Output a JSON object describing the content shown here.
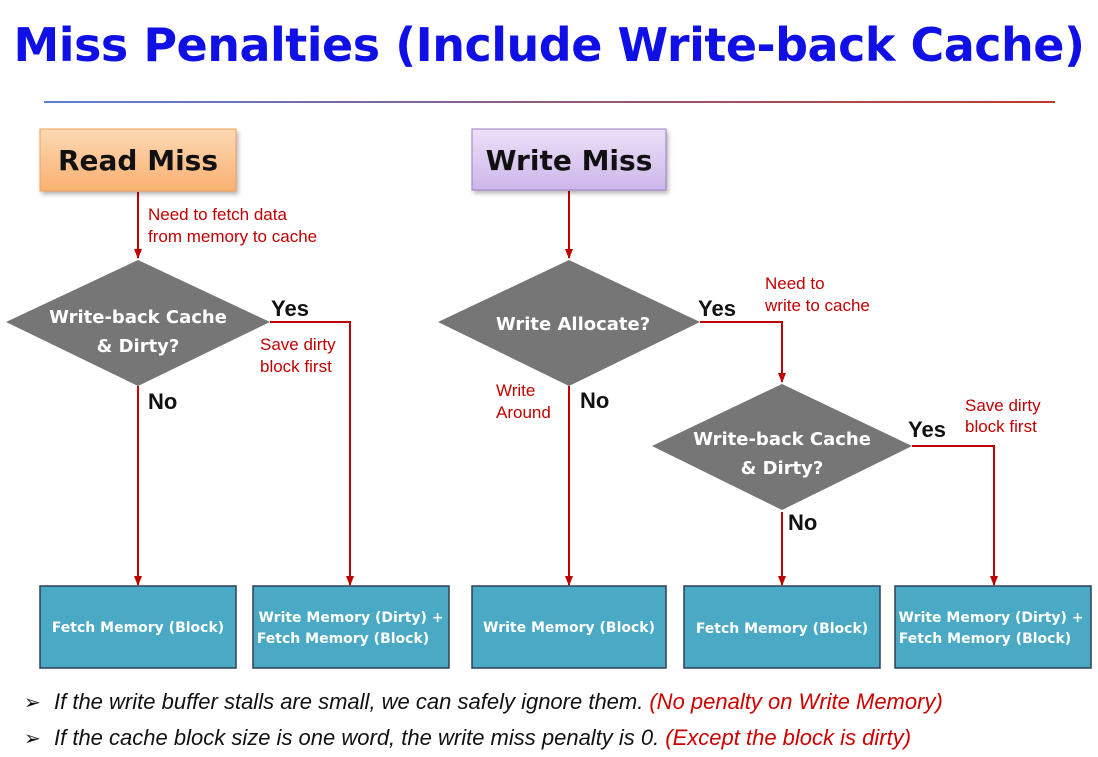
{
  "title": "Miss Penalties (Include Write-back Cache)",
  "colors": {
    "title": "#1010e6",
    "arrow": "#c00000",
    "annotation": "#c00000",
    "diamond": "#767676",
    "result_box": "#4aa9c4",
    "read_miss_box": "#fbc593",
    "write_miss_box": "#dcc9ee"
  },
  "read_branch": {
    "head": "Read Miss",
    "note_line1": "Need to fetch data",
    "note_line2": "from memory to cache",
    "decision_line1": "Write-back Cache",
    "decision_line2": "& Dirty?",
    "yes": "Yes",
    "no": "No",
    "yes_note_line1": "Save dirty",
    "yes_note_line2": "block first",
    "no_result": "Fetch Memory (Block)",
    "yes_result_line1": "Write Memory (Dirty) +",
    "yes_result_line2": "Fetch Memory (Block)"
  },
  "write_branch": {
    "head": "Write Miss",
    "decision": "Write Allocate?",
    "yes": "Yes",
    "no": "No",
    "yes_note_line1": "Need to",
    "yes_note_line2": "write to cache",
    "no_note_line1": "Write",
    "no_note_line2": "Around",
    "no_result": "Write Memory (Block)",
    "decision2_line1": "Write-back Cache",
    "decision2_line2": "& Dirty?",
    "yes2": "Yes",
    "no2": "No",
    "yes2_note_line1": "Save dirty",
    "yes2_note_line2": "block first",
    "no2_result": "Fetch Memory (Block)",
    "yes2_result_line1": "Write Memory (Dirty) +",
    "yes2_result_line2": "Fetch Memory (Block)"
  },
  "bullets": [
    {
      "text": "If the write buffer stalls are small, we can safely ignore them.",
      "note": "(No penalty on Write Memory)"
    },
    {
      "text": "If the cache block size is one word, the write miss penalty is 0.",
      "note": "(Except the block is dirty)"
    }
  ],
  "bullet_marker": "➢"
}
